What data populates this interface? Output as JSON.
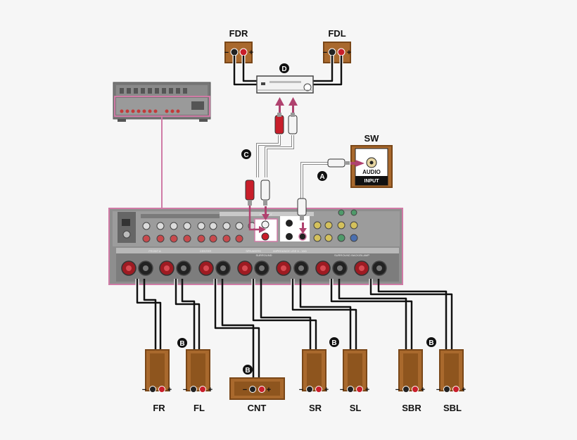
{
  "speakers": {
    "fdr": "FDR",
    "fdl": "FDL",
    "sw": "SW",
    "fr": "FR",
    "fl": "FL",
    "cnt": "CNT",
    "sr": "SR",
    "sl": "SL",
    "sbr": "SBR",
    "sbl": "SBL"
  },
  "subwoofer_input": {
    "line1": "AUDIO",
    "line2": "INPUT"
  },
  "markers": {
    "a": "A",
    "b": "B",
    "c": "C",
    "d": "D"
  },
  "terminal_signs": {
    "minus": "−",
    "plus": "+"
  },
  "receiver_labels": {
    "front_a": "FRONT A",
    "center": "CENTER",
    "speakers": "SPEAKERS",
    "surround": "SURROUND",
    "surround_back": "SURROUND BACK/BI-AMP",
    "preout": "PRE OUT",
    "impedance": "IMPEDANCE USE 6 - 16Ω"
  },
  "colors": {
    "highlight": "#d07ba6",
    "wood": "#a9692d",
    "wood_dark": "#7a4718",
    "rca_red": "#c81e2a",
    "panel": "#8f8f8f",
    "marker": "#111111"
  }
}
